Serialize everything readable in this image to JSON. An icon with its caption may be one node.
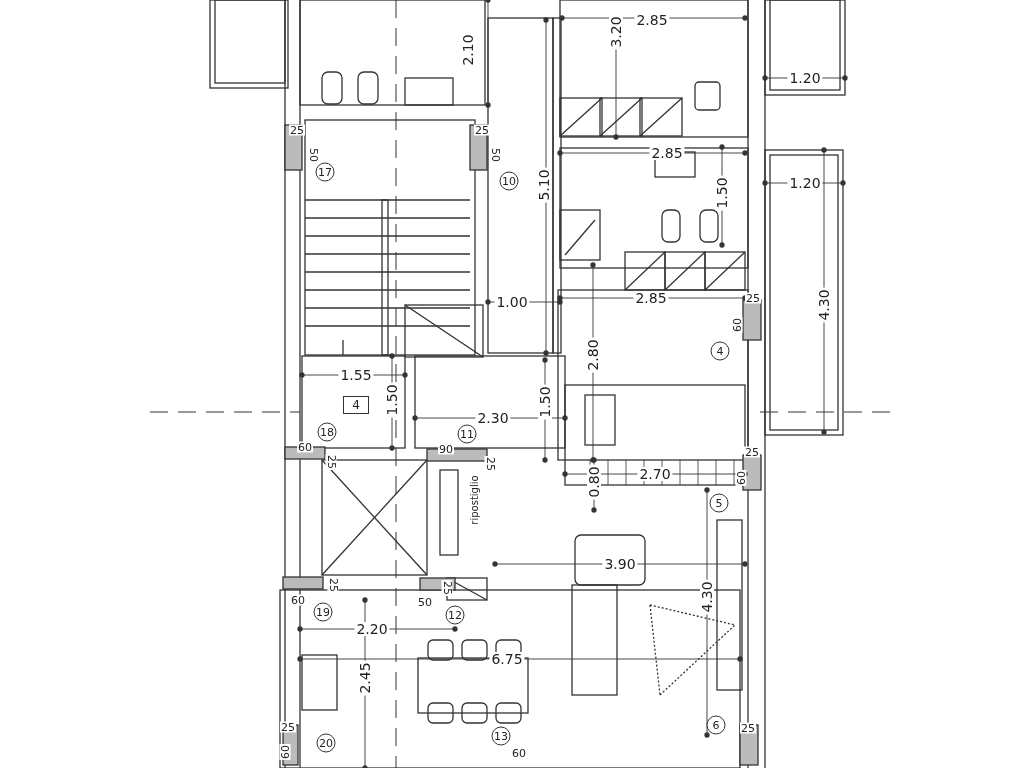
{
  "diagram": {
    "labels": [
      "2.85",
      "3.20",
      "2.10",
      "1.20",
      "25",
      "25",
      "50",
      "50",
      "17",
      "10",
      "5.10",
      "2.85",
      "1.50",
      "1.20",
      "4.30",
      "1.00",
      "2.85",
      "25",
      "60",
      "2.80",
      "4",
      "1.55",
      "4",
      "1.50",
      "2.30",
      "1.50",
      "18",
      "11",
      "60",
      "90",
      "25",
      "25",
      "ripostiglio",
      "2.70",
      "0.80",
      "25",
      "60",
      "5",
      "3.90",
      "4.30",
      "25",
      "25",
      "60",
      "50",
      "19",
      "12",
      "2.20",
      "6.75",
      "2.45",
      "13",
      "25",
      "20",
      "6",
      "60",
      "60",
      "25"
    ]
  }
}
